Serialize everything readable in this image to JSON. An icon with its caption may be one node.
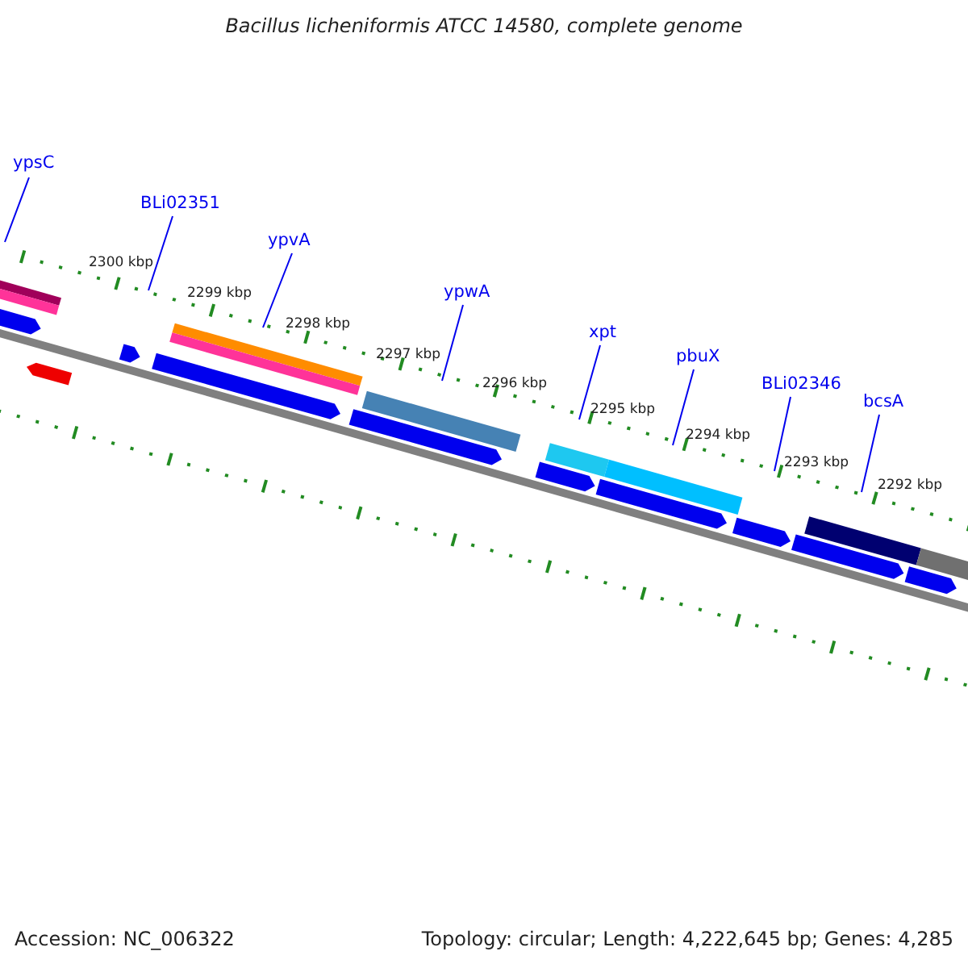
{
  "diagram": {
    "title": "Bacillus licheniformis ATCC 14580, complete genome",
    "nodes": [
      {
        "text": [
          "ypsC"
        ]
      },
      {
        "text": [
          "BLi02351"
        ]
      },
      {
        "text": [
          "ypvA"
        ]
      },
      {
        "text": [
          "ypwA"
        ]
      },
      {
        "text": [
          "xpt"
        ]
      },
      {
        "text": [
          "pbuX"
        ]
      },
      {
        "text": [
          "BLi02346"
        ]
      },
      {
        "text": [
          "bcsA"
        ]
      },
      {
        "text": [],
        "shape": "picture"
      }
    ],
    "edges": [
      {
        "from": 0,
        "to": 8,
        "arrow": "none"
      },
      {
        "from": 1,
        "to": 8,
        "arrow": "none"
      },
      {
        "from": 2,
        "to": 8,
        "arrow": "none"
      },
      {
        "from": 3,
        "to": 8,
        "arrow": "none"
      },
      {
        "from": 4,
        "to": 8,
        "arrow": "none"
      },
      {
        "from": 5,
        "to": 8,
        "arrow": "none"
      },
      {
        "from": 6,
        "to": 8,
        "arrow": "none"
      },
      {
        "from": 7,
        "to": 8,
        "arrow": "none"
      }
    ],
    "labels": [
      "2300 kbp",
      "2299 kbp",
      "2298 kbp",
      "2297 kbp",
      "2296 kbp",
      "2295 kbp",
      "2294 kbp",
      "2293 kbp",
      "2292 kbp",
      "Accession: NC_006322",
      "Topology: circular; Length: 4,222,645 bp; Genes: 4,285"
    ]
  }
}
